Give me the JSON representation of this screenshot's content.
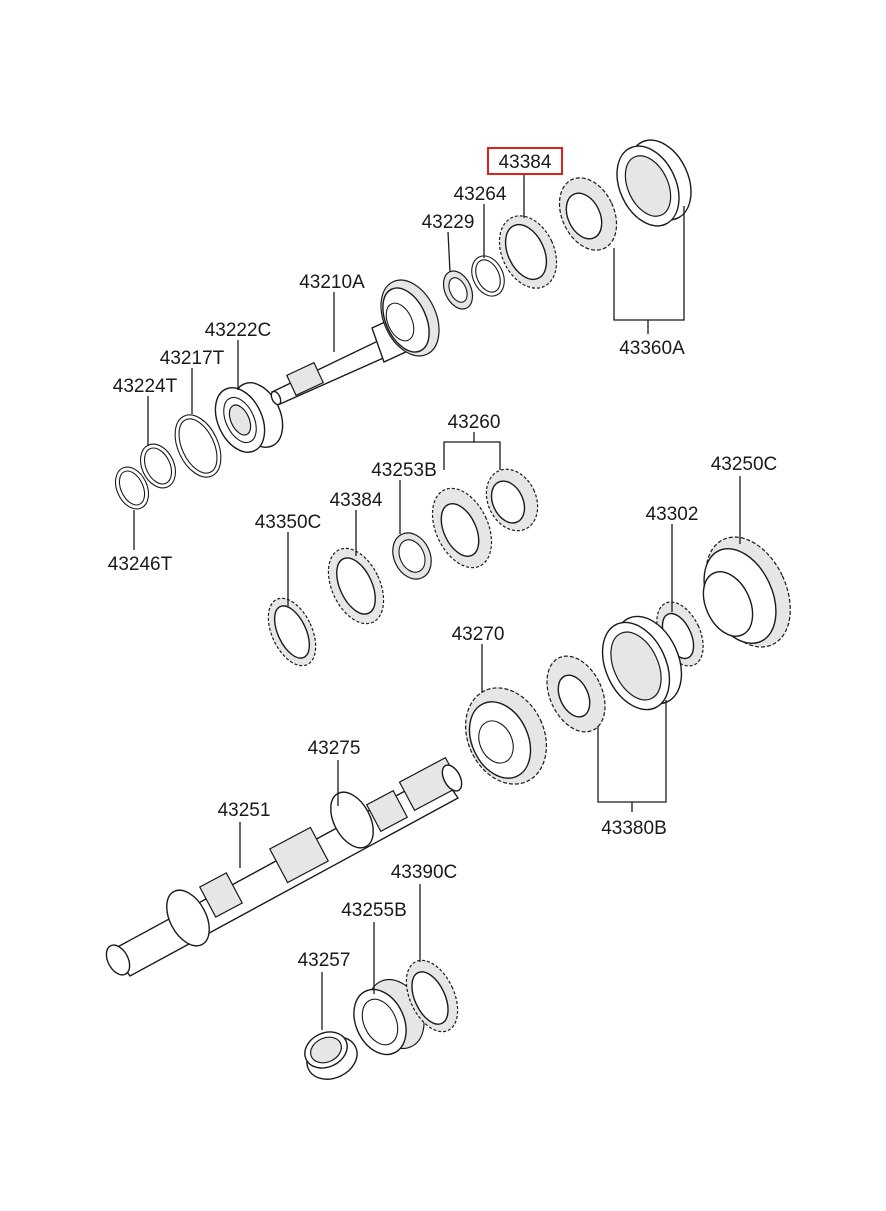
{
  "highlighted_part": "43384",
  "labels": {
    "p43384_top": "43384",
    "p43264": "43264",
    "p43229": "43229",
    "p43210A": "43210A",
    "p43222C": "43222C",
    "p43217T": "43217T",
    "p43224T": "43224T",
    "p43246T": "43246T",
    "p43360A": "43360A",
    "p43260": "43260",
    "p43253B": "43253B",
    "p43384_mid": "43384",
    "p43350C": "43350C",
    "p43250C": "43250C",
    "p43302": "43302",
    "p43270": "43270",
    "p43275": "43275",
    "p43251": "43251",
    "p43380B": "43380B",
    "p43390C": "43390C",
    "p43255B": "43255B",
    "p43257": "43257"
  },
  "colors": {
    "highlight": "#e0201c",
    "line": "#1a1a1a",
    "shade": "#e6e6e6"
  }
}
